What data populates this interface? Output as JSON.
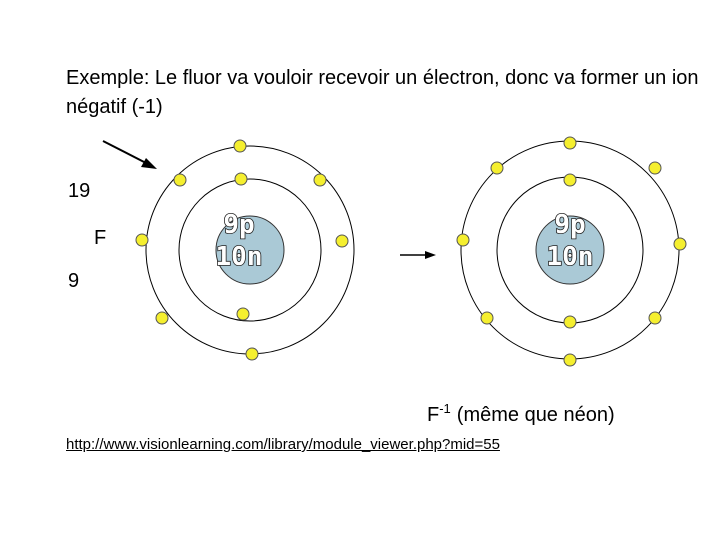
{
  "heading": "Exemple: Le fluor va vouloir recevoir un électron, donc va former un ion négatif (-1)",
  "notation": {
    "mass_number": "19",
    "symbol": "F",
    "atomic_number": "9"
  },
  "atom_left": {
    "nucleus_line1": "9p",
    "nucleus_line2": "10n",
    "inner_electrons": 2,
    "outer_electrons": 7
  },
  "atom_right": {
    "nucleus_line1": "9p",
    "nucleus_line2": "10n",
    "inner_electrons": 2,
    "outer_electrons": 8
  },
  "ion": {
    "symbol": "F",
    "charge": "-1",
    "description": "(même que néon)"
  },
  "source_url": "http://www.visionlearning.com/library/module_viewer.php?mid=55",
  "colors": {
    "nucleus": "#aac9d6",
    "electron": "#f5ef2f",
    "orbit": "#000000"
  }
}
